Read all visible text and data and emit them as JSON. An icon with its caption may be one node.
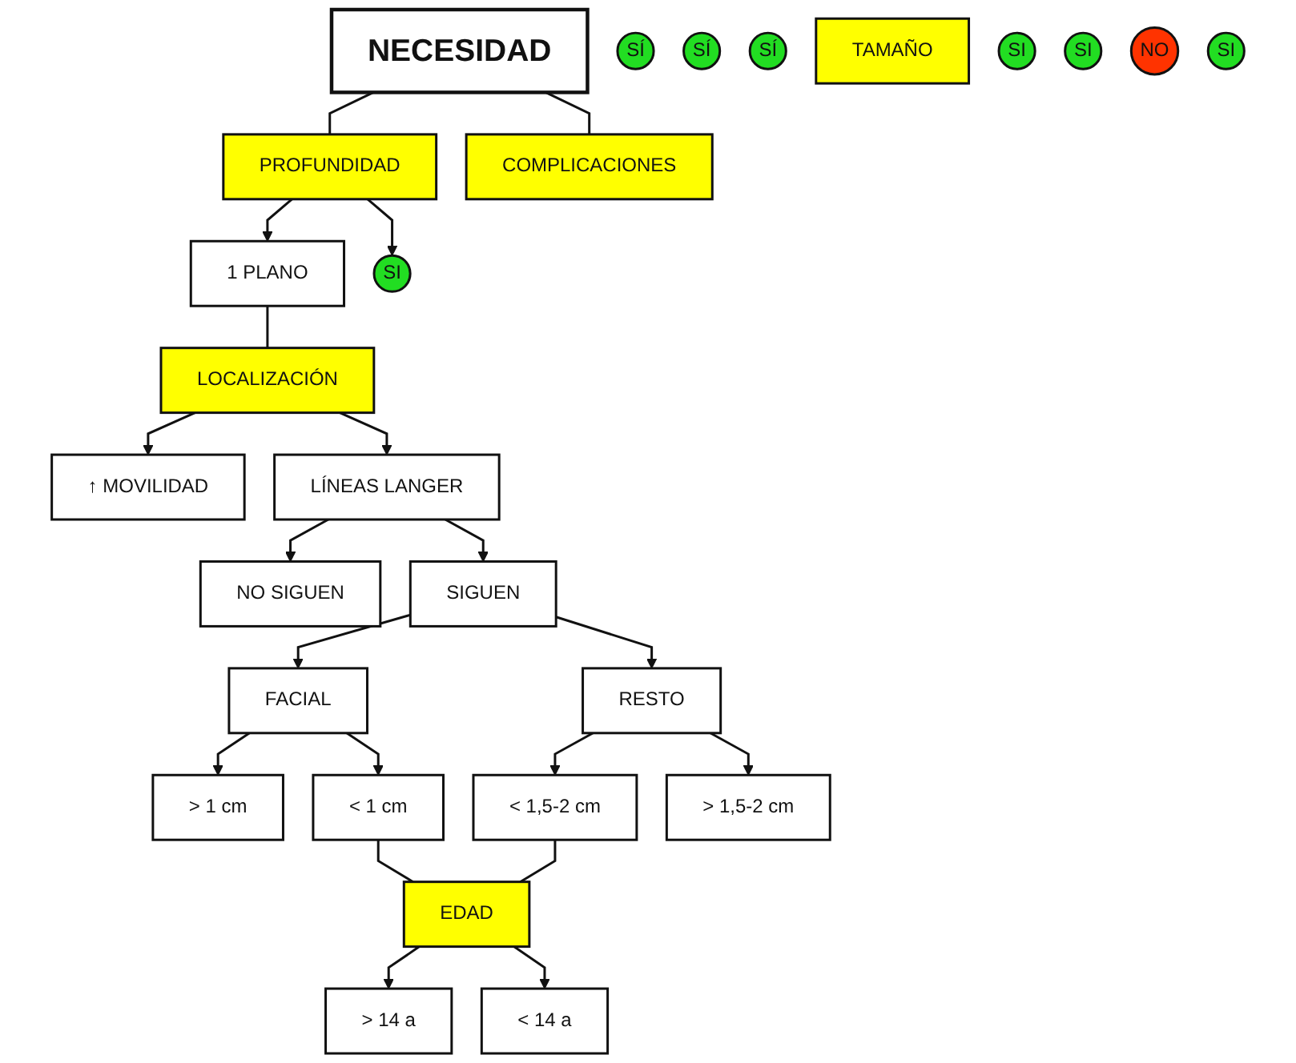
{
  "diagram": {
    "nodes": [
      {
        "text": [
          "NECESIDAD"
        ]
      },
      {
        "text": [
          "PROFUNDIDAD"
        ]
      },
      {
        "text": [
          "COMPLICACIONES"
        ]
      },
      {
        "text": [
          "SÍ"
        ]
      },
      {
        "text": [
          "1 PLANO"
        ]
      },
      {
        "text": [
          "SI"
        ]
      },
      {
        "text": [
          "LOCALIZACIÓN"
        ]
      },
      {
        "text": [
          "↑ MOVILIDAD"
        ]
      },
      {
        "text": [
          "SÍ"
        ]
      },
      {
        "text": [
          "LÍNEAS LANGER"
        ]
      },
      {
        "text": [
          "NO SIGUEN"
        ]
      },
      {
        "text": [
          "SIGUEN"
        ]
      },
      {
        "text": [
          "SÍ"
        ]
      },
      {
        "text": [
          "FACIAL"
        ]
      },
      {
        "text": [
          "RESTO"
        ]
      },
      {
        "text": [
          "TAMAÑO"
        ]
      },
      {
        "text": [
          "> 1 cm"
        ]
      },
      {
        "text": [
          "< 1 cm"
        ]
      },
      {
        "text": [
          "< 1,5-2 cm"
        ]
      },
      {
        "text": [
          "> 1,5-2 cm"
        ]
      },
      {
        "text": [
          "SI"
        ]
      },
      {
        "text": [
          "SI"
        ]
      },
      {
        "text": [
          "EDAD"
        ]
      },
      {
        "text": [
          "> 14 a"
        ]
      },
      {
        "text": [
          "< 14 a"
        ]
      },
      {
        "text": [
          "NO"
        ]
      },
      {
        "text": [
          "SI"
        ]
      }
    ],
    "edges": [
      {
        "from": 0,
        "to": 1,
        "arrow": "none"
      },
      {
        "from": 0,
        "to": 2,
        "arrow": "none"
      },
      {
        "from": 1,
        "to": 5,
        "arrow": "to"
      },
      {
        "from": 1,
        "to": 4,
        "arrow": "to"
      },
      {
        "from": 4,
        "to": 6,
        "arrow": "none"
      },
      {
        "from": 6,
        "to": 7,
        "arrow": "to"
      },
      {
        "from": 6,
        "to": 9,
        "arrow": "to"
      },
      {
        "from": 9,
        "to": 10,
        "arrow": "to"
      },
      {
        "from": 9,
        "to": 11,
        "arrow": "to"
      },
      {
        "from": 11,
        "to": 13,
        "arrow": "to"
      },
      {
        "from": 11,
        "to": 14,
        "arrow": "to"
      },
      {
        "from": 13,
        "to": 16,
        "arrow": "to"
      },
      {
        "from": 13,
        "to": 17,
        "arrow": "to"
      },
      {
        "from": 14,
        "to": 18,
        "arrow": "to"
      },
      {
        "from": 14,
        "to": 19,
        "arrow": "to"
      },
      {
        "from": 17,
        "to": 22,
        "arrow": "none"
      },
      {
        "from": 18,
        "to": 22,
        "arrow": "none"
      },
      {
        "from": 22,
        "to": 23,
        "arrow": "to"
      },
      {
        "from": 22,
        "to": 24,
        "arrow": "to"
      }
    ]
  }
}
